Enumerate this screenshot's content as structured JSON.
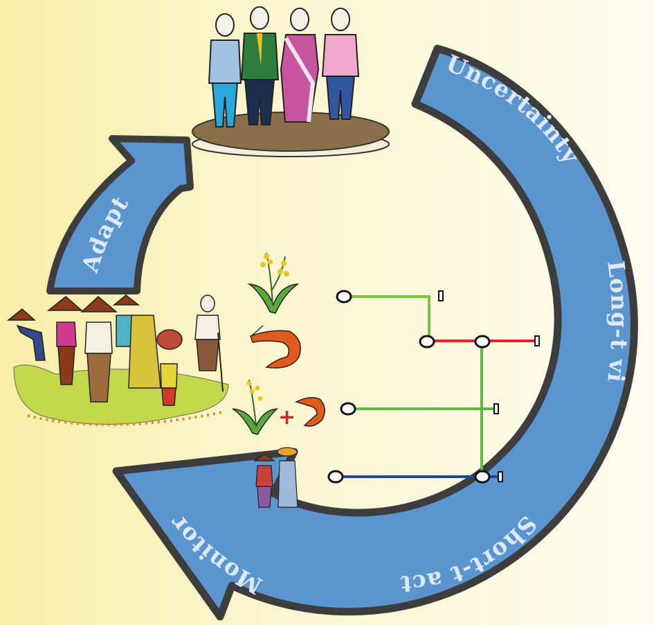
{
  "cycle": {
    "labels": {
      "uncertainty": "Uncertainty",
      "long_term_vision": "Long-t vision",
      "short_term_action": "Short-t action",
      "monitor": "Monitor",
      "adapt": "Adapt"
    }
  },
  "pathways": {
    "options": [
      {
        "icon": "rice-plant-icon",
        "color": "#7cc242"
      },
      {
        "icon": "shrimp-icon",
        "color": "#e8262c"
      },
      {
        "icon": "rice-plus-shrimp-icon",
        "color": "#5cb847"
      },
      {
        "icon": "people-icon",
        "color": "#1f4b8e"
      }
    ],
    "plus_sign": "+"
  },
  "colors": {
    "arrow_fill": "#5b95d0",
    "arrow_outline": "#3d3d3d",
    "background": "#f8eea8"
  }
}
